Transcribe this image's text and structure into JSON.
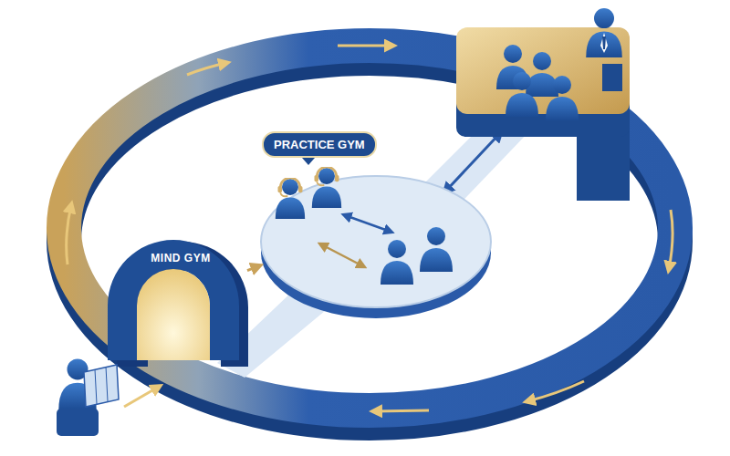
{
  "diagram": {
    "nodes": [
      {
        "text": [
          "MIND GYM"
        ]
      },
      {
        "text": [
          "PRACTICE GYM"
        ]
      }
    ],
    "edges": [
      {
        "from": 0,
        "to": 1,
        "arrow": "to"
      }
    ]
  }
}
